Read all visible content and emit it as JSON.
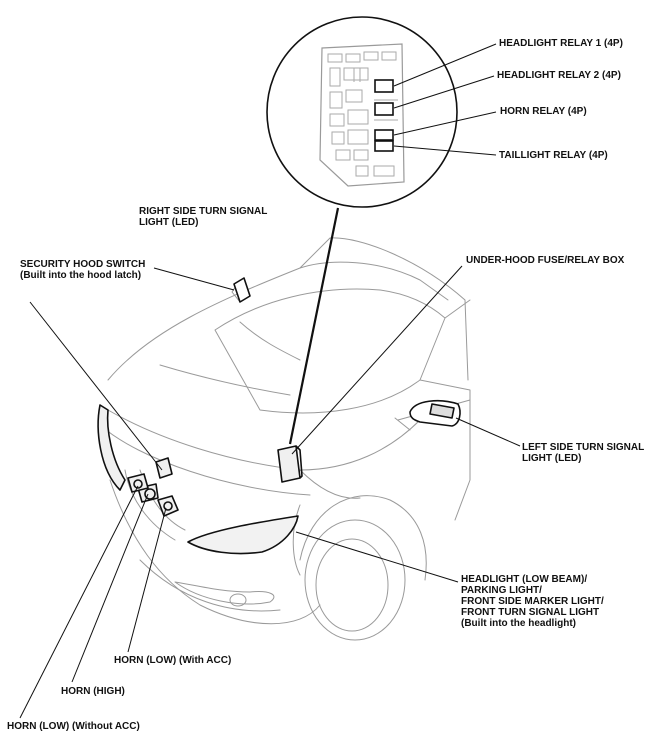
{
  "colors": {
    "ink": "#111111",
    "light_ink": "#9a9a9a",
    "background": "#ffffff"
  },
  "labels": {
    "headlight_relay_1": "HEADLIGHT RELAY 1 (4P)",
    "headlight_relay_2": "HEADLIGHT RELAY 2 (4P)",
    "horn_relay": "HORN RELAY (4P)",
    "taillight_relay": "TAILLIGHT RELAY (4P)",
    "right_turn_signal": [
      "RIGHT SIDE TURN SIGNAL",
      "LIGHT (LED)"
    ],
    "security_hood_switch": [
      "SECURITY HOOD SWITCH",
      "(Built into the hood latch)"
    ],
    "under_hood_box": "UNDER-HOOD FUSE/RELAY BOX",
    "left_turn_signal": [
      "LEFT SIDE TURN SIGNAL",
      "LIGHT (LED)"
    ],
    "headlight_assembly": [
      "HEADLIGHT (LOW BEAM)/",
      "PARKING LIGHT/",
      "FRONT SIDE MARKER LIGHT/",
      "FRONT TURN SIGNAL LIGHT",
      "(Built into the headlight)"
    ],
    "horn_low_with_acc": "HORN (LOW) (With ACC)",
    "horn_high": "HORN (HIGH)",
    "horn_low_without_acc": "HORN (LOW) (Without ACC)"
  }
}
